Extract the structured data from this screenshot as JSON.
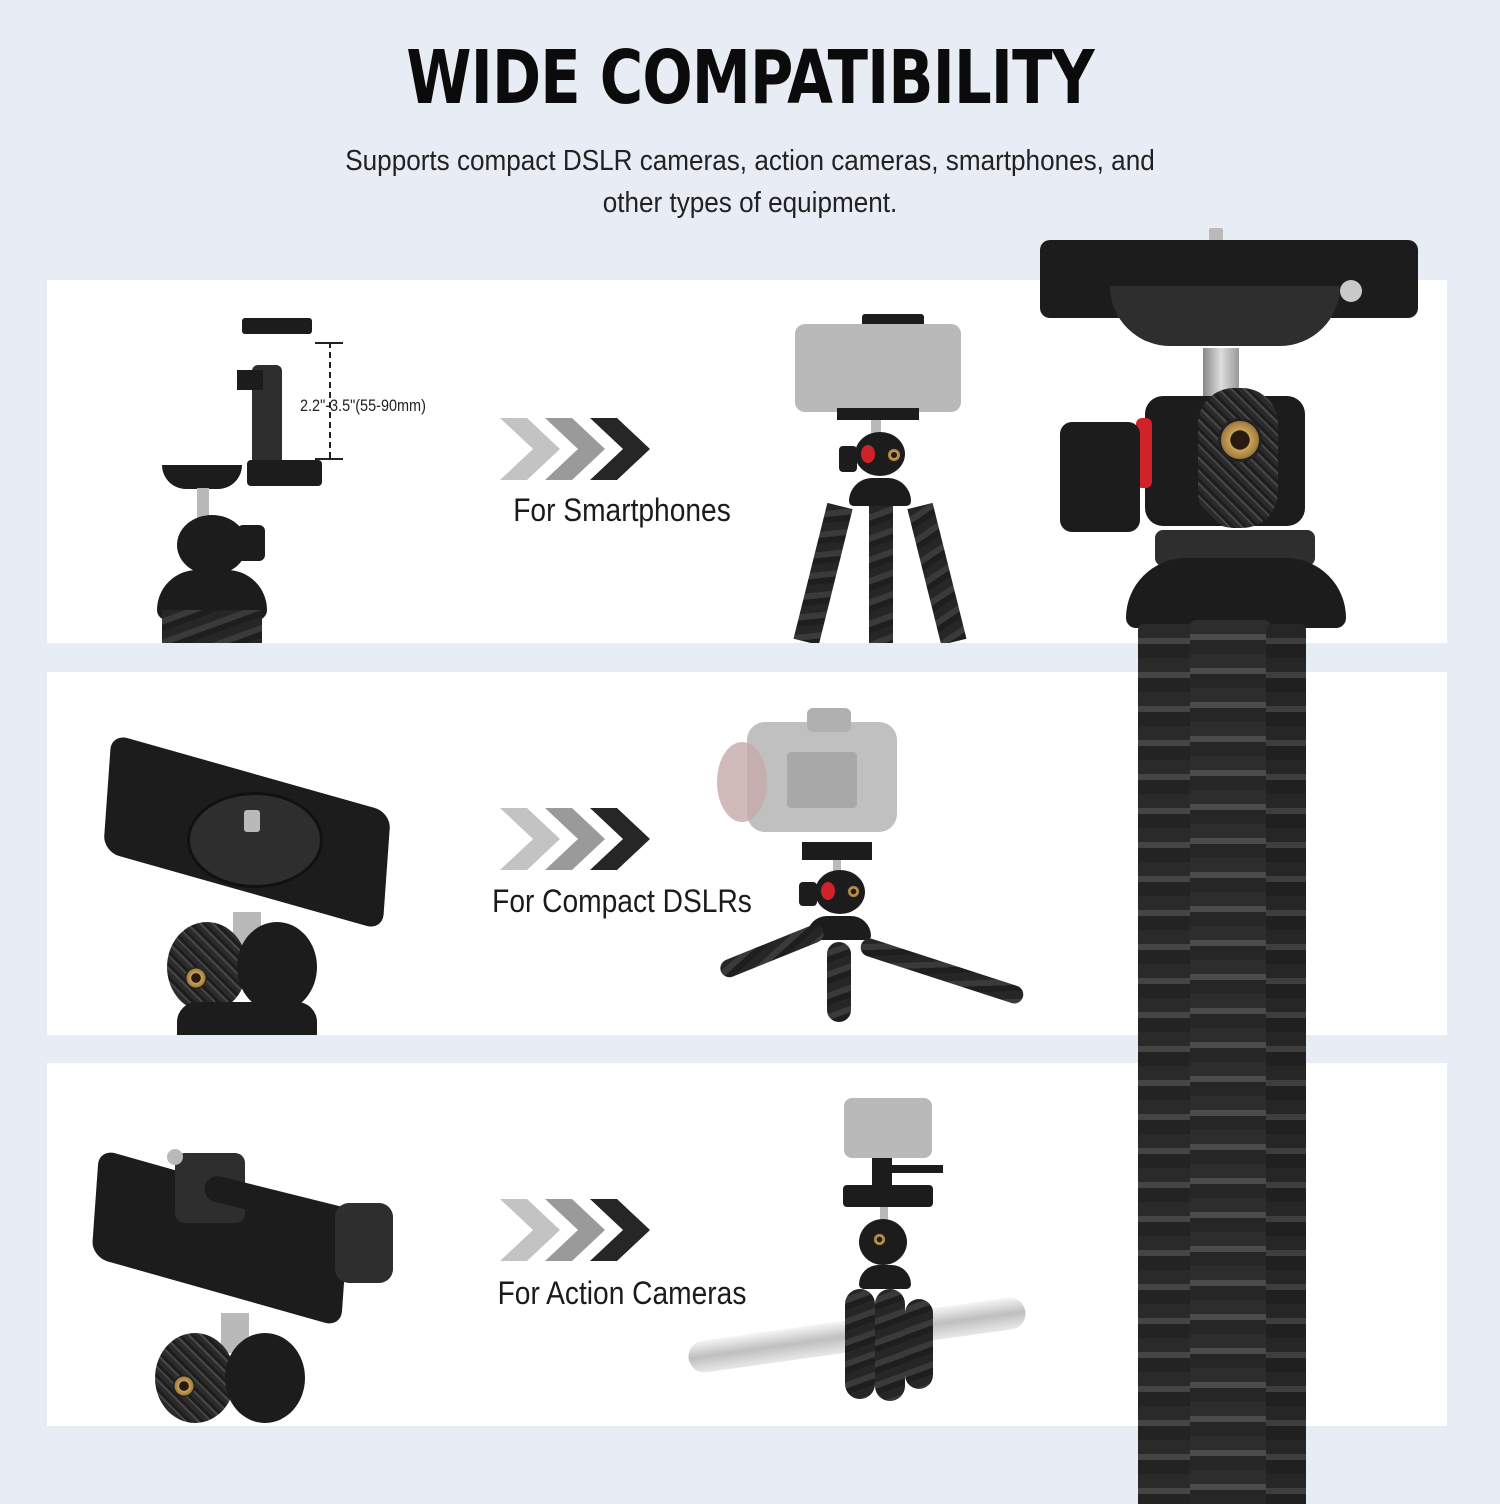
{
  "header": {
    "title": "WIDE COMPATIBILITY",
    "subtitle": "Supports compact DSLR cameras, action cameras, smartphones, and other types of equipment."
  },
  "panels": [
    {
      "caption": "For Smartphones",
      "left_image": "phone-clamp-mount-image",
      "dimension_label": "2.2\"-3.5\"(55-90mm)",
      "right_image": "tripod-with-smartphone-image"
    },
    {
      "caption": "For Compact DSLRs",
      "left_image": "quick-release-plate-image",
      "right_image": "flexible-tripod-with-dslr-image"
    },
    {
      "caption": "For Action Cameras",
      "left_image": "action-camera-adapter-image",
      "right_image": "tripod-wrapped-on-pole-with-action-camera-image"
    }
  ],
  "arrow_icon": "triple-chevron-right-icon",
  "colors": {
    "background": "#e8ecf4",
    "panel": "#ffffff",
    "title": "#0b0b0b",
    "chevron_light": "#c3c3c3",
    "chevron_mid": "#9a9a9a",
    "chevron_dark": "#262626",
    "accent_red": "#d1222a",
    "brass": "#c9a45c"
  },
  "hero_image": "flexible-tripod-with-ball-head-image"
}
